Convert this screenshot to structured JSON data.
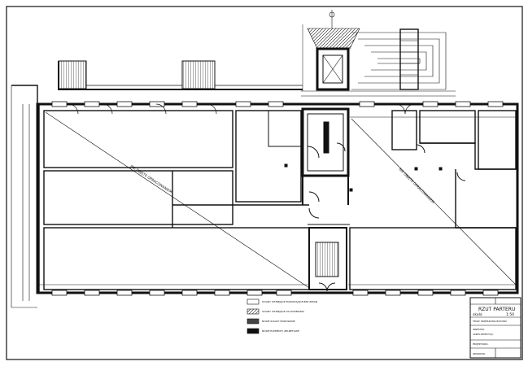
{
  "drawing": {
    "title": "RZUT PARTERU",
    "scale_label": "skala",
    "scale_value": "1:50",
    "room_note_left": "NIE OBJĘTE OPRACOWANIEM",
    "room_note_right": "NIE OBJĘTE OPRACOWANIEM"
  },
  "legend": {
    "items": [
      {
        "swatch": "empty",
        "text": "ŚCIANY ISTNIEJĄCE POZOSTAJĄCE BEZ ZMIAN"
      },
      {
        "swatch": "hatch",
        "text": "ŚCIANY ISTNIEJĄCE DO ROZBIÓRKI"
      },
      {
        "swatch": "dark",
        "text": "NOWE ŚCIANY MUROWANE"
      },
      {
        "swatch": "black",
        "text": "NOWE ELEMENTY ŻELBETOWE"
      }
    ]
  },
  "title_block": {
    "lines": [
      "TEMAT: PRZEBUDOWA BUDYNKU",
      "INWESTOR:",
      "ADRES INWESTYCJI:",
      "PROJEKTOWAŁ:",
      "SPRAWDZIŁ:"
    ]
  },
  "colors": {
    "ink": "#111111",
    "paper": "#ffffff"
  }
}
